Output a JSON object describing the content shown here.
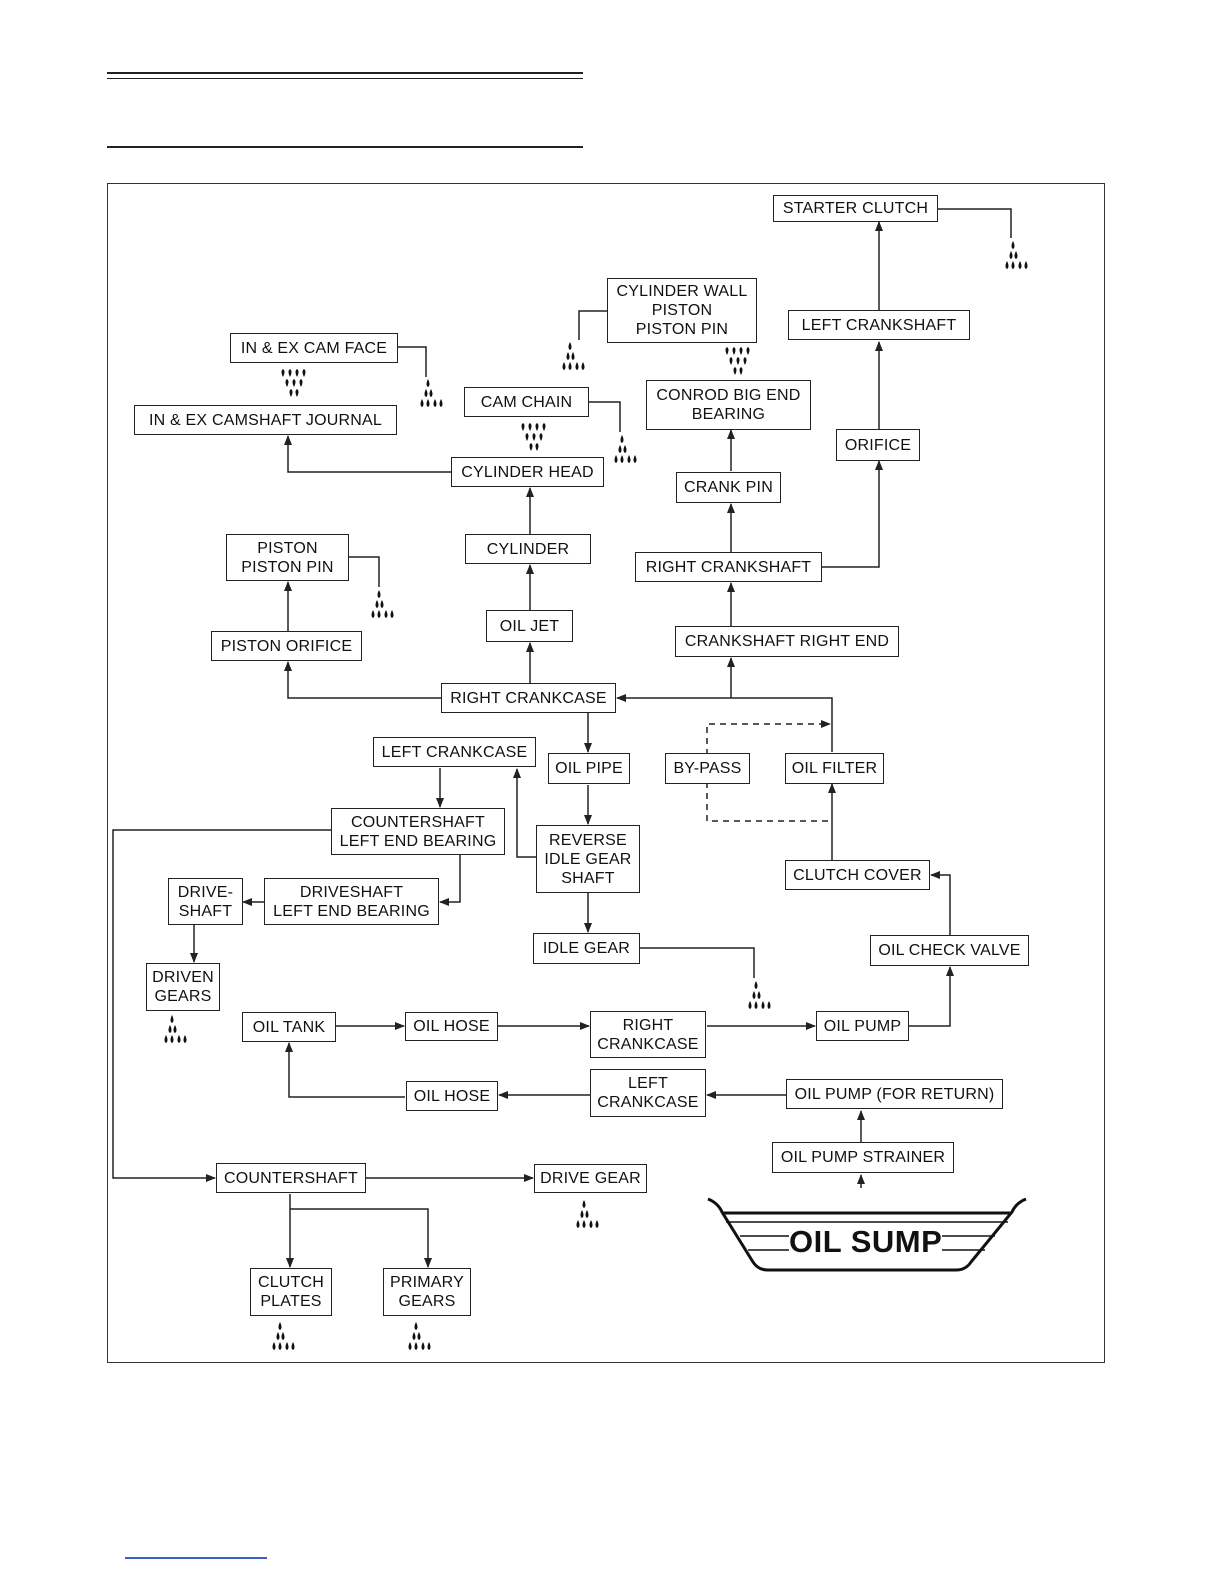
{
  "diagram": {
    "nodes": {
      "starter_clutch": "STARTER CLUTCH",
      "cylinder_wall": "CYLINDER WALL\nPISTON\nPISTON PIN",
      "left_crankshaft": "LEFT CRANKSHAFT",
      "in_ex_cam_face": "IN & EX CAM FACE",
      "conrod_big_end": "CONROD BIG END\nBEARING",
      "cam_chain": "CAM CHAIN",
      "camshaft_journal": "IN & EX CAMSHAFT JOURNAL",
      "orifice": "ORIFICE",
      "cylinder_head": "CYLINDER HEAD",
      "crank_pin": "CRANK PIN",
      "piston_pin": "PISTON\nPISTON PIN",
      "cylinder": "CYLINDER",
      "right_crankshaft": "RIGHT CRANKSHAFT",
      "oil_jet": "OIL JET",
      "piston_orifice": "PISTON ORIFICE",
      "crankshaft_right_end": "CRANKSHAFT RIGHT END",
      "right_crankcase": "RIGHT CRANKCASE",
      "left_crankcase": "LEFT CRANKCASE",
      "oil_pipe": "OIL PIPE",
      "by_pass": "BY-PASS",
      "oil_filter": "OIL FILTER",
      "countershaft_left_end_bearing": "COUNTERSHAFT\nLEFT END BEARING",
      "reverse_idle_gear_shaft": "REVERSE\nIDLE GEAR\nSHAFT",
      "driveshaft": "DRIVE-\nSHAFT",
      "driveshaft_left_end_bearing": "DRIVESHAFT\nLEFT END BEARING",
      "clutch_cover": "CLUTCH COVER",
      "idle_gear": "IDLE GEAR",
      "oil_check_valve": "OIL CHECK VALVE",
      "driven_gears": "DRIVEN\nGEARS",
      "oil_tank": "OIL TANK",
      "oil_hose_supply": "OIL HOSE",
      "right_crankcase_pump": "RIGHT\nCRANKCASE",
      "oil_pump": "OIL PUMP",
      "oil_hose_return": "OIL HOSE",
      "left_crankcase_return": "LEFT\nCRANKCASE",
      "oil_pump_return": "OIL PUMP (FOR RETURN)",
      "oil_pump_strainer": "OIL PUMP STRAINER",
      "countershaft": "COUNTERSHAFT",
      "drive_gear": "DRIVE GEAR",
      "clutch_plates": "CLUTCH\nPLATES",
      "primary_gears": "PRIMARY\nGEARS"
    },
    "sump_label": "OIL SUMP"
  },
  "colors": {
    "line": "#222222",
    "frame": "#333333",
    "link": "#3a5fcd"
  },
  "icons": {
    "drip": "oil-drip-icon",
    "spray": "oil-spray-icon"
  }
}
